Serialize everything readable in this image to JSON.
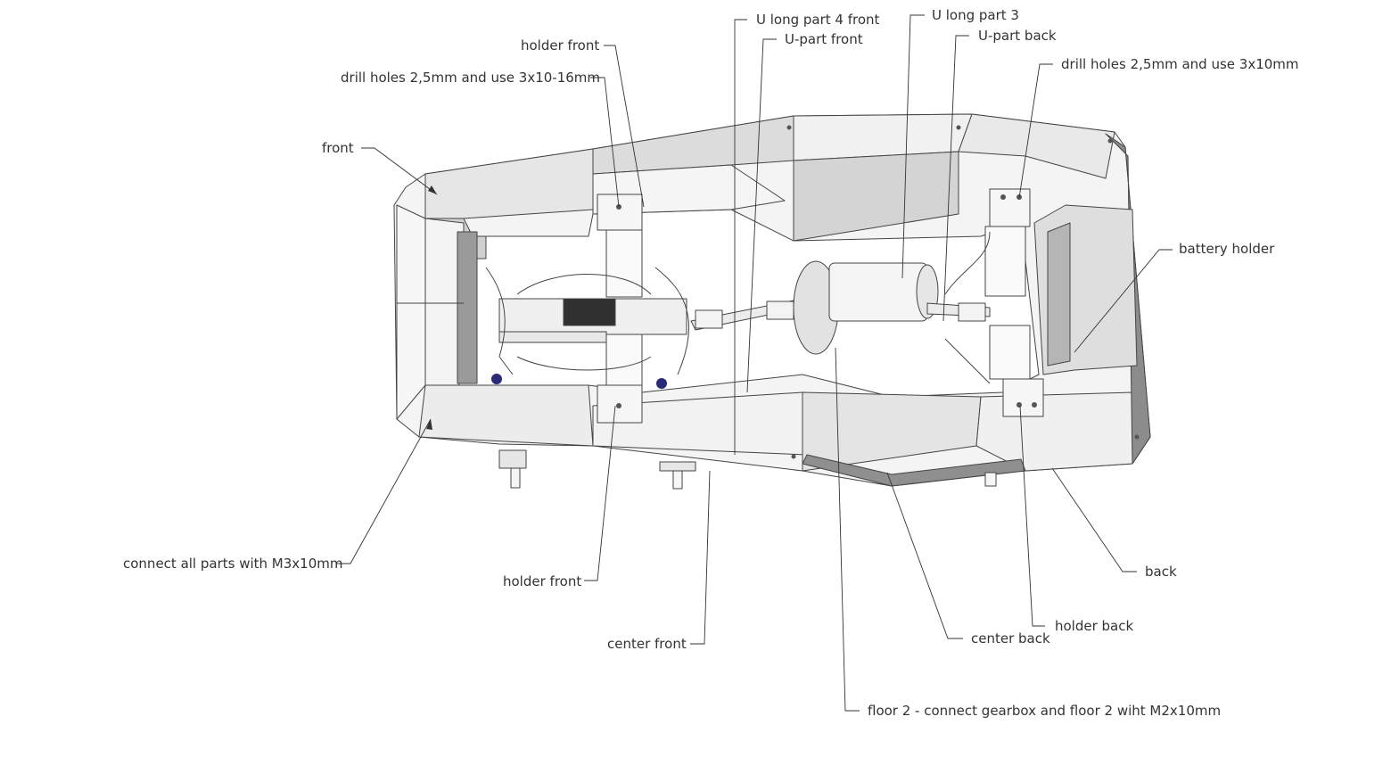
{
  "diagram": {
    "colors": {
      "line": "#444444",
      "face_light": "#f2f2f2",
      "face_mid": "#d9d9d9",
      "face_dark": "#bdbdbd",
      "face_black": "#303030",
      "accent": "#2a2a7a"
    },
    "labels": {
      "u_long_part_4_front": "U long part 4 front",
      "u_long_part_3": "U long part 3",
      "holder_front_top": "holder front",
      "u_part_front": "U-part front",
      "u_part_back": "U-part back",
      "drill_holes_front": "drill holes 2,5mm and use 3x10-16mm",
      "drill_holes_back": "drill holes 2,5mm and use 3x10mm",
      "front": "front",
      "battery_holder": "battery holder",
      "connect_all_parts": "connect all parts with M3x10mm",
      "back": "back",
      "holder_front_bottom": "holder front",
      "holder_back": "holder back",
      "center_back": "center back",
      "center_front": "center front",
      "floor_2": "floor 2 - connect gearbox and floor 2 wiht M2x10mm"
    }
  }
}
